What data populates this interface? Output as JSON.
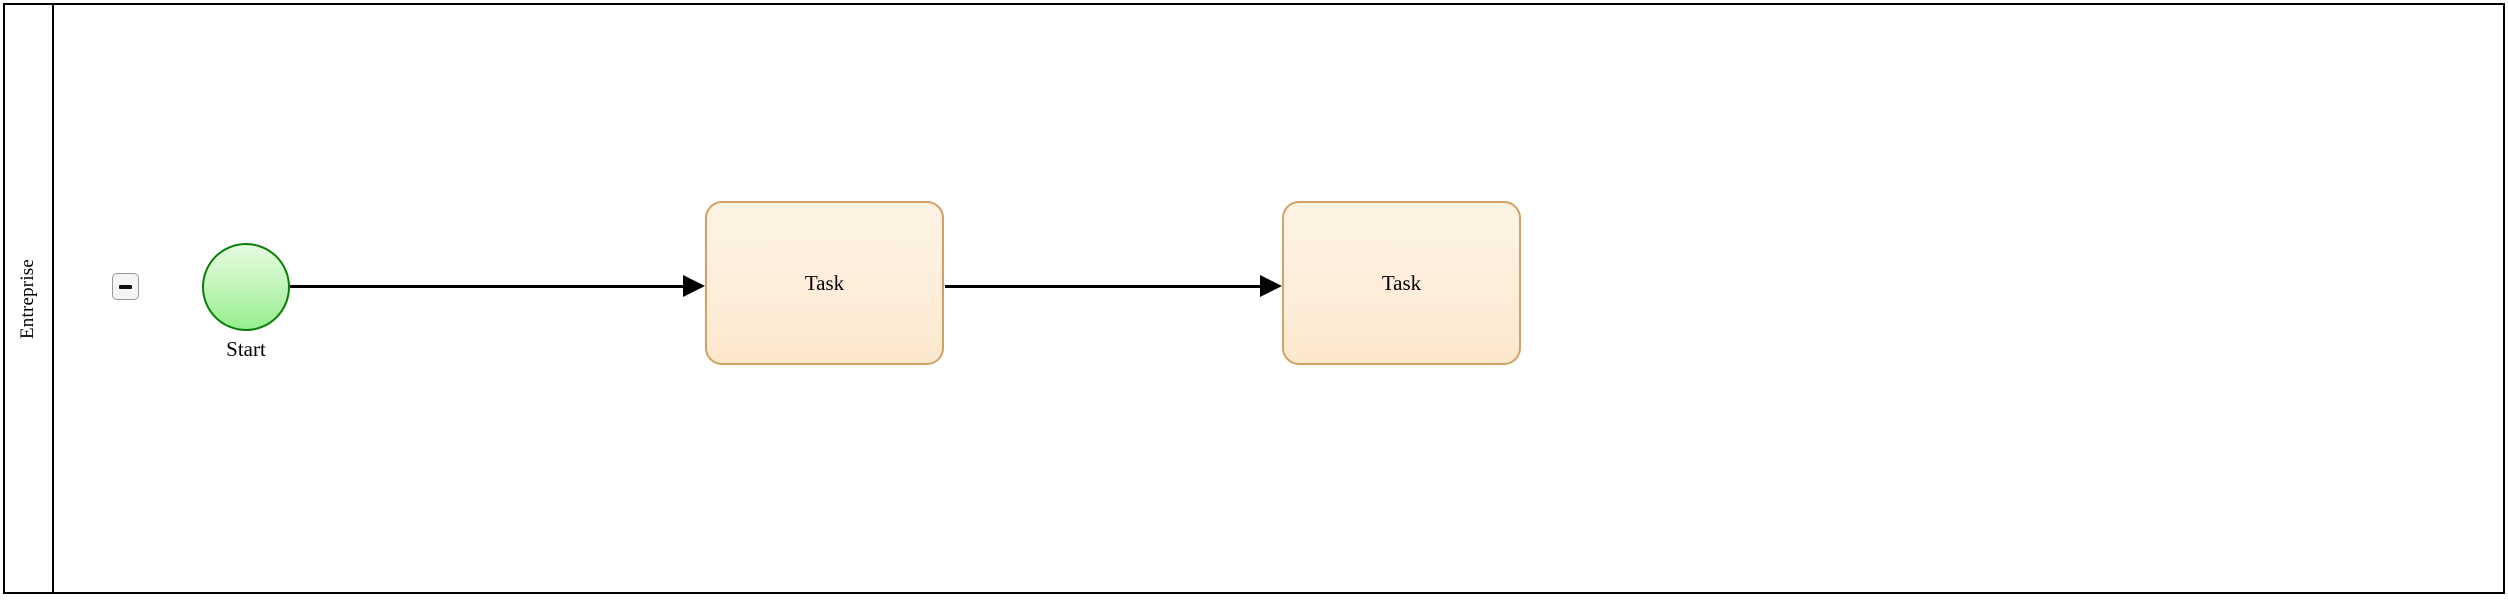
{
  "diagram": {
    "type": "bpmn-process",
    "background_color": "#ffffff",
    "pool": {
      "label": "Entreprise",
      "border_color": "#000000",
      "collapse_control": {
        "icon": "minus-icon",
        "state": "expanded",
        "fill_color": "#f5f5f5",
        "border_color": "#9a9a9a"
      }
    },
    "nodes": [
      {
        "id": "start-event",
        "kind": "start-event",
        "label": "Start",
        "fill_color": "#c6f5bd",
        "border_color": "#097d09"
      },
      {
        "id": "task-1",
        "kind": "task",
        "label": "Task",
        "fill_color": "#fdeedb",
        "border_color": "#d3a163"
      },
      {
        "id": "task-2",
        "kind": "task",
        "label": "Task",
        "fill_color": "#fdeedb",
        "border_color": "#d3a163"
      }
    ],
    "flows": [
      {
        "id": "flow-1",
        "from": "start-event",
        "to": "task-1",
        "color": "#000000"
      },
      {
        "id": "flow-2",
        "from": "task-1",
        "to": "task-2",
        "color": "#000000"
      }
    ]
  }
}
